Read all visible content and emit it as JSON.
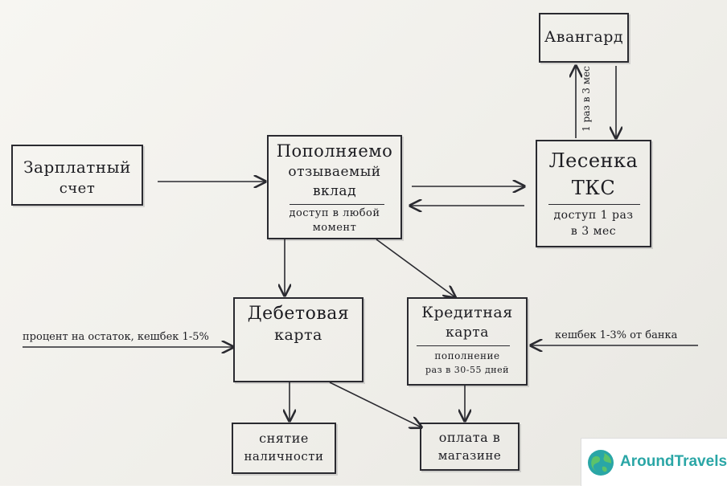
{
  "nodes": {
    "salary": {
      "line1": "Зарплатный",
      "line2": "счет"
    },
    "deposit": {
      "line1": "Пополняемо",
      "line2": "отзываемый",
      "line3": "вклад",
      "sub1": "доступ в любой",
      "sub2": "момент"
    },
    "avangard": {
      "label": "Авангард"
    },
    "ladder": {
      "line1": "Лесенка",
      "line2": "ТКС",
      "sub1": "доступ 1 раз",
      "sub2": "в 3 мес"
    },
    "debit": {
      "line1": "Дебетовая",
      "line2": "карта"
    },
    "credit": {
      "line1": "Кредитная",
      "line2": "карта",
      "sub1": "пополнение",
      "sub2": "раз в 30-55 дней"
    },
    "cash": {
      "line1": "снятие",
      "line2": "наличности"
    },
    "shop": {
      "line1": "оплата в",
      "line2": "магазине"
    }
  },
  "edge_labels": {
    "avangard_ladder": "1 раз в 3 мес",
    "debit_in": "процент на остаток, кешбек 1-5%",
    "credit_in": "кешбек 1-3% от банка"
  },
  "logo": {
    "text": "AroundTravels"
  },
  "colors": {
    "ink": "#2a2a30",
    "paper": "#f4f3ef",
    "brand": "#2aa6a6",
    "globe": "#5cc36a"
  }
}
